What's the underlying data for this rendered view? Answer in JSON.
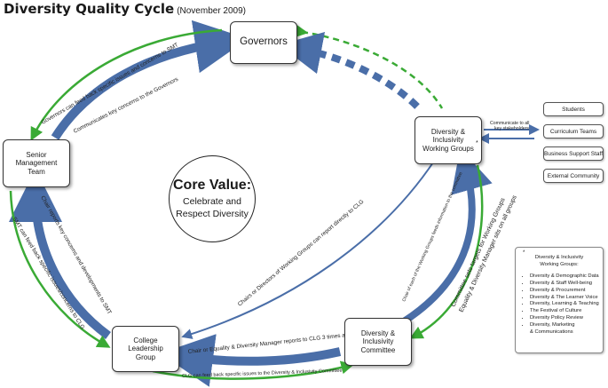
{
  "title": {
    "main": "Diversity Quality Cycle",
    "sub": "(November 2009)"
  },
  "nodes": {
    "governors": "Governors",
    "smt": [
      "Senior",
      "Management",
      "Team"
    ],
    "diw": [
      "Diversity &",
      "Inclusivity",
      "Working Groups"
    ],
    "dic": [
      "Diversity &",
      "Inclusivity",
      "Committee"
    ],
    "clg": [
      "College",
      "Leadership",
      "Group"
    ]
  },
  "core": {
    "heading": "Core Value:",
    "line1": "Celebrate and",
    "line2": "Respect Diversity"
  },
  "stakeholders": {
    "label": [
      "Communicate to all",
      "key stakeholders"
    ],
    "items": [
      "Students",
      "Curriculum Teams",
      "Business Support Staff",
      "External Community"
    ]
  },
  "working_groups": {
    "marker": "*",
    "heading": [
      "Diversity & Inclusivity",
      "Working Groups:"
    ],
    "items": [
      "Diversity & Demographic Data",
      "Diversity & Staff Well-being",
      "Diversity & Procurement",
      "Diversity & The Learner Voice",
      "Diversity, Learning & Teaching",
      "The Festival of Culture",
      "Diversity Policy Review",
      "Diversity, Marketing",
      "& Communications"
    ]
  },
  "arrow_labels": {
    "gov_feedback": "Governors can feed back specific issues and concerns to SMT",
    "smt_to_gov": "Communicates key concerns to the Governors",
    "chair_to_smt": "Chair reports key concerns and developments to SMT",
    "smt_feedback_clg": "SMT can feed back specific issues/concerns to CLG",
    "chairs_direct_clg": "Chairs or Directors of Working Groups can report directly to CLG",
    "chair_feeds": "Chair of each of the Working Groups feeds information to the committee",
    "committee_targets_1": "Committee sets targets for Working Groups",
    "committee_targets_2": "Equality & Diversity Manager sits on all groups",
    "reports_clg": "Chair or Equality & Diversity Manager reports to CLG 3 times a year",
    "clg_feedback": "CLG can feed back specific issues to the Diversity & Inclusivity Committee"
  },
  "colors": {
    "blue": "#4a6ea8",
    "green": "#3aaa35",
    "dark_blue": "#2f5597"
  }
}
